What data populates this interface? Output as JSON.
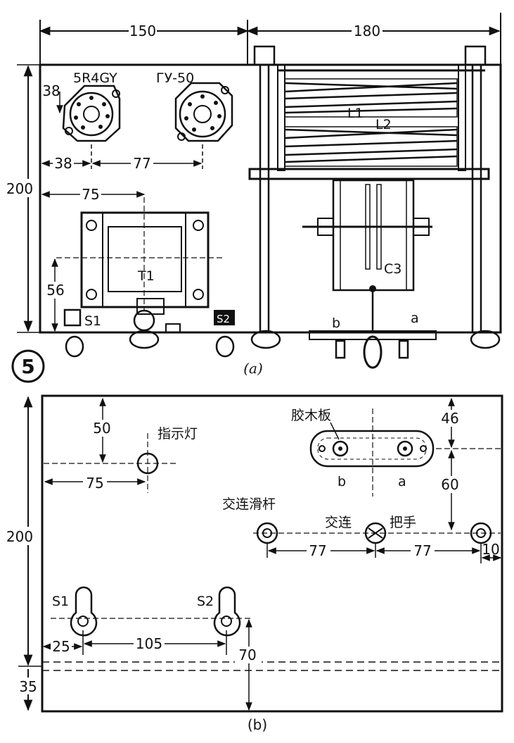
{
  "figure": {
    "number": "5",
    "view_a": {
      "caption": "(a)",
      "tube_1": "5R4GY",
      "tube_2": "ГУ-50",
      "coil_1": "L1",
      "coil_2": "L2",
      "capacitor": "C3",
      "transformer": "T1",
      "switch_1": "S1",
      "switch_2": "S2",
      "terminal_b": "b",
      "terminal_a": "a",
      "dims": {
        "d150": "150",
        "d180": "180",
        "d200": "200",
        "d38_top": "38",
        "d38_side": "38",
        "d77": "77",
        "d75": "75",
        "d56": "56"
      }
    },
    "view_b": {
      "caption": "(b)",
      "pilot_lamp": "指示灯",
      "bakelite_board": "胶木板",
      "terminal_b": "b",
      "terminal_a": "a",
      "ac_bearing": "交连滑杆",
      "ac_handle_1": "交连",
      "ac_handle_2": "把手",
      "switch_1": "S1",
      "switch_2": "S2",
      "dims": {
        "d50": "50",
        "d75": "75",
        "d200": "200",
        "d46": "46",
        "d60": "60",
        "d77_left": "77",
        "d77_right": "77",
        "d10": "10",
        "d25": "25",
        "d105": "105",
        "d70": "70",
        "d35": "35"
      }
    }
  }
}
